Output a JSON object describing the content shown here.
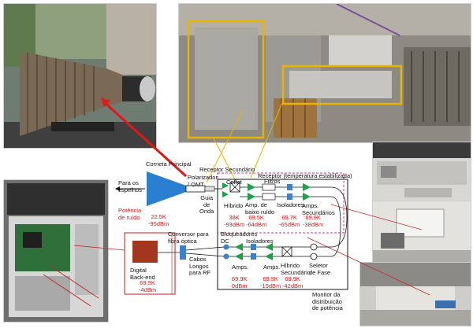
{
  "labels": {
    "para_espelhos": "Para os\nespelhos",
    "corneta": "Corneta Principal",
    "polarizador": "Polarizador\n/ OMT",
    "guia": "Guia\nde\nOnda",
    "receptor_sec": "Receptor Secundário",
    "coffet": "Coffet",
    "receptor_est": "Receptor (temperatura estabilizada)",
    "filtros": "Filtros",
    "hibrido": "Híbrido",
    "amp_baixo": "Amp. de\nbaixo ruído",
    "isoladores_top": "Isoladores",
    "amps_sec": "Amps.\nSecundários",
    "potencia_ruido": "Potência\nde ruído",
    "conversor": "Conversor para\nfibra óptica",
    "cabos": "Cabos\nLongos\npara RF",
    "bloqueadores": "Bloqueadores\nDC",
    "isoladores_bot": "Isoladores",
    "amps_bot1": "Amps.",
    "amps_bot2": "Amps.",
    "hibrido_sec": "Híbrido\nSecundário",
    "seletor": "Seletor\nde Fase",
    "digital": "Digital\nBack-end",
    "monitor": "Monitor da\ndistribuição\nde potência"
  },
  "values": {
    "v_22k": "22.5K\n-95dBm",
    "v_38k": "38K\n-93dBm",
    "v_695k_top": "69.5K\n-64dBm",
    "v_697k": "69.7K\n-65dBm",
    "v_699k_top": "69.9K\n-38dBm",
    "v_699k_0": "69.9K\n0dBm",
    "v_699k_15": "69.9K\n-15dBm",
    "v_699k_42": "69.9K\n-42dBm",
    "v_699k_4": "69.9K\n-4dBm"
  },
  "colors": {
    "accent_red": "#cc1a1a",
    "amp_green": "#1ca04a",
    "iso_blue": "#3c82c8",
    "horn_blue": "#2a7fd0",
    "backend_brown": "#a3371e",
    "highlight_yellow": "#e8b400",
    "magenta": "#d0368a"
  }
}
